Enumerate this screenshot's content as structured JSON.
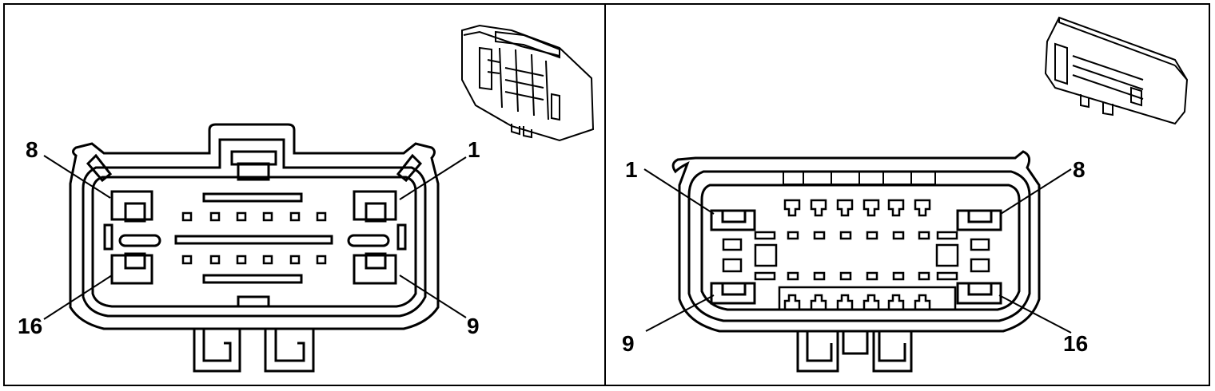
{
  "left_view": {
    "pin_labels": {
      "top_left": "8",
      "top_right": "1",
      "bottom_left": "16",
      "bottom_right": "9"
    },
    "cavity_count": 16
  },
  "right_view": {
    "pin_labels": {
      "top_left": "1",
      "top_right": "8",
      "bottom_left": "9",
      "bottom_right": "16"
    },
    "cavity_count": 16
  },
  "colors": {
    "line": "#000000",
    "background": "#ffffff"
  }
}
